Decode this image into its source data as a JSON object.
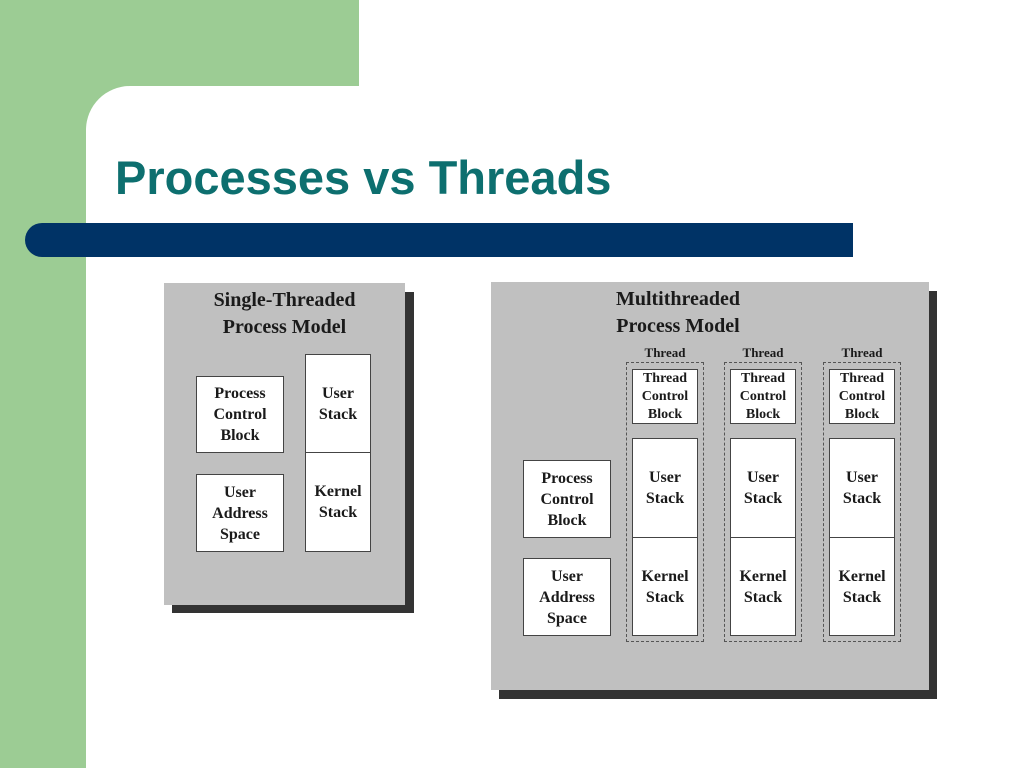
{
  "slide": {
    "title": "Processes vs Threads",
    "colors": {
      "title": "#0d6f6f",
      "rule": "#003366",
      "sidebar": "#9ccc94",
      "panel": "#c0c0c0"
    }
  },
  "single": {
    "title_line1": "Single-Threaded",
    "title_line2": "Process Model",
    "pcb": [
      "Process",
      "Control",
      "Block"
    ],
    "uas": [
      "User",
      "Address",
      "Space"
    ],
    "user_stack": [
      "User",
      "Stack"
    ],
    "kernel_stack": [
      "Kernel",
      "Stack"
    ]
  },
  "multi": {
    "title_line1": "Multithreaded",
    "title_line2": "Process Model",
    "pcb": [
      "Process",
      "Control",
      "Block"
    ],
    "uas": [
      "User",
      "Address",
      "Space"
    ],
    "threads": [
      {
        "label": "Thread",
        "tcb": [
          "Thread",
          "Control",
          "Block"
        ],
        "user_stack": [
          "User",
          "Stack"
        ],
        "kernel_stack": [
          "Kernel",
          "Stack"
        ]
      },
      {
        "label": "Thread",
        "tcb": [
          "Thread",
          "Control",
          "Block"
        ],
        "user_stack": [
          "User",
          "Stack"
        ],
        "kernel_stack": [
          "Kernel",
          "Stack"
        ]
      },
      {
        "label": "Thread",
        "tcb": [
          "Thread",
          "Control",
          "Block"
        ],
        "user_stack": [
          "User",
          "Stack"
        ],
        "kernel_stack": [
          "Kernel",
          "Stack"
        ]
      }
    ]
  }
}
